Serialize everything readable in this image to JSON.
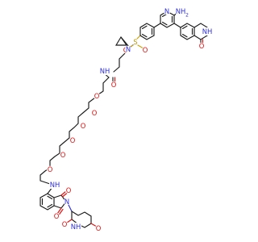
{
  "colors": {
    "background": "#ffffff",
    "bond": "#1a1a1a",
    "nitrogen": "#2f2fd6",
    "oxygen": "#e01010",
    "sulfur": "#b8960a"
  },
  "atom_labels": {
    "ring_n_pyridine": "N",
    "amine_nh2": "NH",
    "amine_sub": "2",
    "lactam_nh_top": "NH",
    "lactam_o_top": "O",
    "sulfonyl_o_left": "O",
    "sulfonyl_s": "S",
    "sulfonyl_o_right": "O",
    "sulfonamide_n": "N",
    "amide_nh": "NH",
    "amide_o": "O",
    "ether_o1": "O",
    "ether_o2": "O",
    "ether_o3": "O",
    "ether_o4": "O",
    "ether_o5": "O",
    "aniline_nh": "NH",
    "imide_o_top": "O",
    "imide_n": "N",
    "imide_o_bottom": "O",
    "glutarimide_o1": "O",
    "glutarimide_nh": "NH",
    "glutarimide_o2": "O"
  }
}
